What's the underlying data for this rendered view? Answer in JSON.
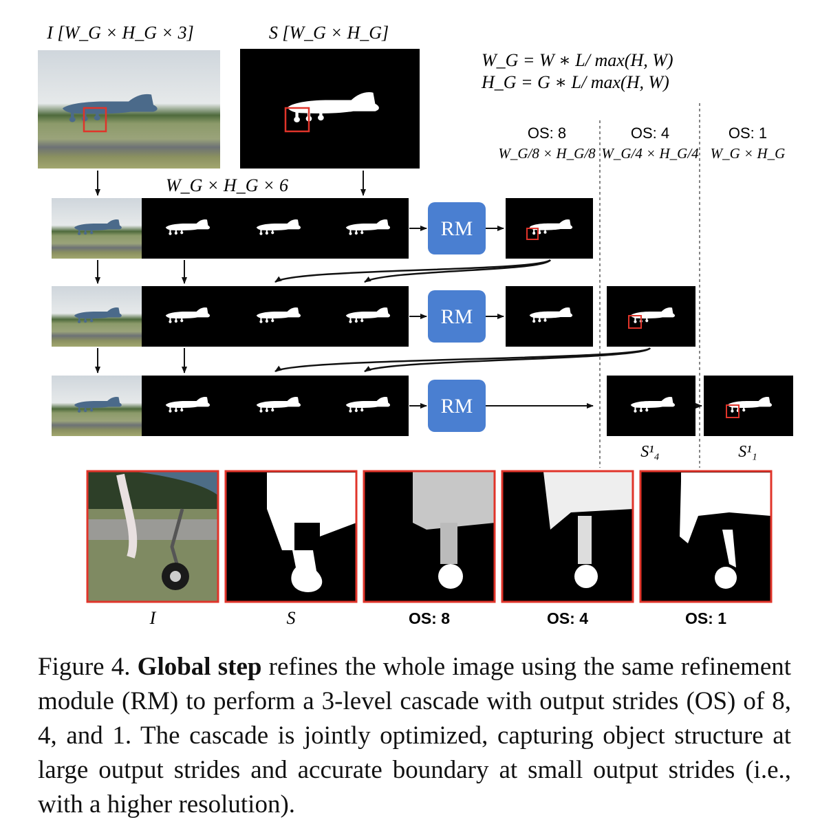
{
  "figure": {
    "top_labels": {
      "image_label": "I [W_G × H_G × 3]",
      "seg_label": "S [W_G × H_G]",
      "concat_label": "W_G × H_G × 6"
    },
    "equations": {
      "line1": "W_G = W ∗ L/ max(H, W)",
      "line2": "H_G = G ∗ L/ max(H, W)"
    },
    "os_columns": [
      {
        "title": "OS: 8",
        "size": "W_G/8 × H_G/8"
      },
      {
        "title": "OS: 4",
        "size": "W_G/4 × H_G/4"
      },
      {
        "title": "OS: 1",
        "size": "W_G × H_G"
      }
    ],
    "module_label": "RM",
    "output_labels": {
      "s4": "S¹₄",
      "s1": "S¹₁"
    },
    "zoom_labels": [
      "I",
      "S",
      "OS: 8",
      "OS: 4",
      "OS: 1"
    ],
    "colors": {
      "rm_box": "#4a7fd1",
      "highlight": "#e0342a",
      "mask_bg": "#000000",
      "mask_fg": "#ffffff"
    }
  },
  "caption": {
    "figure_number": "Figure 4.",
    "bold_phrase": "Global step",
    "text": "refines the whole image using the same refinement module (RM) to perform a 3-level cascade with output strides (OS) of 8, 4, and 1. The cascade is jointly optimized, capturing object structure at large output strides and accurate boundary at small output strides (i.e., with a higher resolution)."
  }
}
